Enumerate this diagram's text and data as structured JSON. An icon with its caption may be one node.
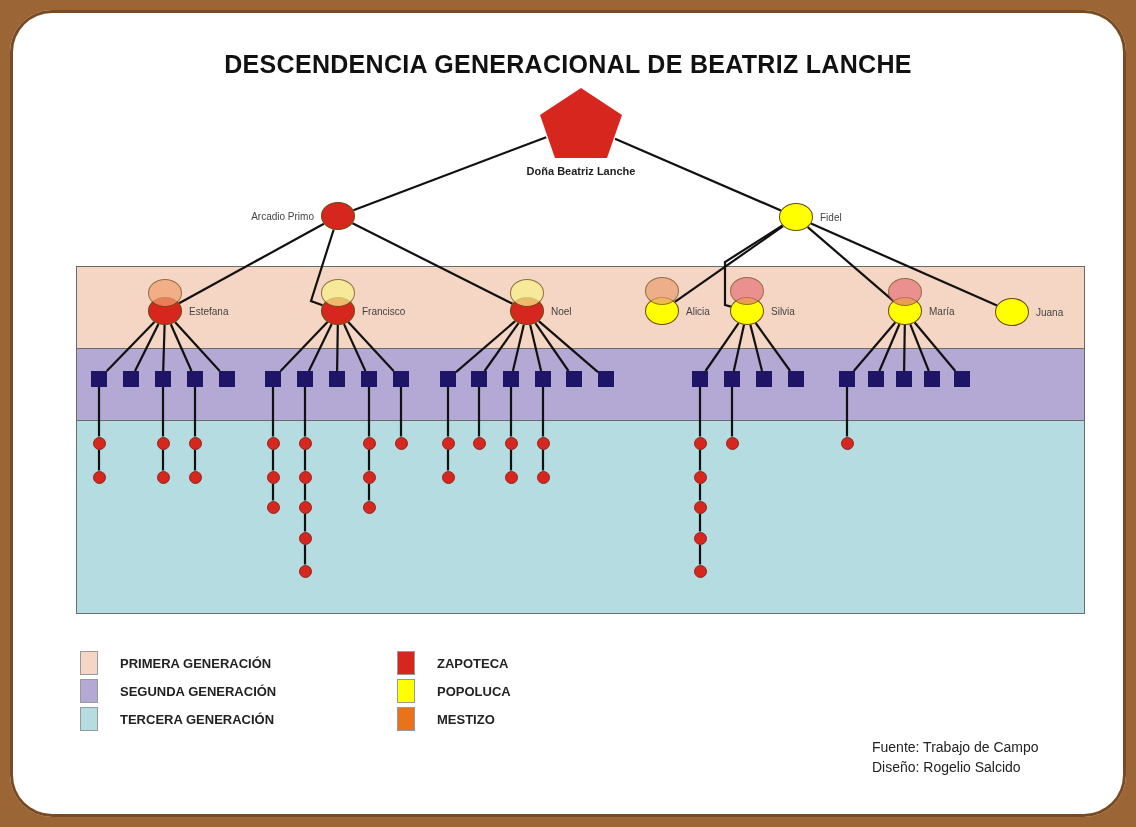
{
  "diagram": {
    "title": "DESCENDENCIA GENERACIONAL DE BEATRIZ LANCHE",
    "nodes": [
      {
        "text": [
          "Doña Beatriz Lanche"
        ]
      },
      {
        "text": [
          "Arcadio Primo"
        ]
      },
      {
        "text": [
          "Fidel"
        ]
      },
      {
        "text": [
          "Estefana"
        ]
      },
      {
        "text": [
          "Francisco"
        ]
      },
      {
        "text": [
          "Noel"
        ]
      },
      {
        "text": [
          "Alicia"
        ]
      },
      {
        "text": [
          "Silvia"
        ]
      },
      {
        "text": [
          "María"
        ]
      },
      {
        "text": [
          "Juana"
        ]
      },
      {
        "text": [],
        "shape": "circle"
      },
      {
        "text": [],
        "shape": "circle"
      },
      {
        "text": [],
        "shape": "circle"
      },
      {
        "text": [],
        "shape": "circle"
      },
      {
        "text": [],
        "shape": "circle"
      },
      {
        "text": [],
        "shape": "circle"
      },
      {
        "text": [],
        "shape": "box"
      },
      {
        "text": [],
        "shape": "box"
      },
      {
        "text": [],
        "shape": "box"
      },
      {
        "text": [],
        "shape": "box"
      },
      {
        "text": [],
        "shape": "box"
      },
      {
        "text": [],
        "shape": "box"
      },
      {
        "text": [],
        "shape": "box"
      },
      {
        "text": [],
        "shape": "box"
      },
      {
        "text": [],
        "shape": "box"
      },
      {
        "text": [],
        "shape": "box"
      },
      {
        "text": [],
        "shape": "box"
      },
      {
        "text": [],
        "shape": "box"
      },
      {
        "text": [],
        "shape": "box"
      },
      {
        "text": [],
        "shape": "box"
      },
      {
        "text": [],
        "shape": "box"
      },
      {
        "text": [],
        "shape": "box"
      },
      {
        "text": [],
        "shape": "box"
      },
      {
        "text": [],
        "shape": "box"
      },
      {
        "text": [],
        "shape": "box"
      },
      {
        "text": [],
        "shape": "box"
      },
      {
        "text": [],
        "shape": "box"
      },
      {
        "text": [],
        "shape": "box"
      },
      {
        "text": [],
        "shape": "box"
      },
      {
        "text": [],
        "shape": "box"
      },
      {
        "text": [],
        "shape": "box"
      },
      {
        "text": [],
        "shape": "circle"
      },
      {
        "text": [],
        "shape": "circle"
      },
      {
        "text": [],
        "shape": "circle"
      },
      {
        "text": [],
        "shape": "circle"
      },
      {
        "text": [],
        "shape": "circle"
      },
      {
        "text": [],
        "shape": "circle"
      },
      {
        "text": [],
        "shape": "circle"
      },
      {
        "text": [],
        "shape": "circle"
      },
      {
        "text": [],
        "shape": "circle"
      },
      {
        "text": [],
        "shape": "circle"
      },
      {
        "text": [],
        "shape": "circle"
      },
      {
        "text": [],
        "shape": "circle"
      },
      {
        "text": [],
        "shape": "circle"
      },
      {
        "text": [],
        "shape": "circle"
      },
      {
        "text": [],
        "shape": "circle"
      },
      {
        "text": [],
        "shape": "circle"
      },
      {
        "text": [],
        "shape": "circle"
      },
      {
        "text": [],
        "shape": "circle"
      },
      {
        "text": [],
        "shape": "circle"
      },
      {
        "text": [],
        "shape": "circle"
      },
      {
        "text": [],
        "shape": "circle"
      },
      {
        "text": [],
        "shape": "circle"
      },
      {
        "text": [],
        "shape": "circle"
      },
      {
        "text": [],
        "shape": "circle"
      },
      {
        "text": [],
        "shape": "circle"
      },
      {
        "text": [],
        "shape": "circle"
      },
      {
        "text": [],
        "shape": "circle"
      },
      {
        "text": [],
        "shape": "circle"
      },
      {
        "text": [],
        "shape": "circle"
      },
      {
        "text": [],
        "shape": "circle"
      },
      {
        "text": [],
        "shape": "circle"
      },
      {
        "text": [],
        "shape": "circle"
      }
    ],
    "edges": [
      {
        "from": 0,
        "to": 1,
        "arrow": "none"
      },
      {
        "from": 0,
        "to": 2,
        "arrow": "none"
      },
      {
        "from": 1,
        "to": 3,
        "arrow": "none"
      },
      {
        "from": 1,
        "to": 4,
        "arrow": "none"
      },
      {
        "from": 1,
        "to": 5,
        "arrow": "none"
      },
      {
        "from": 2,
        "to": 6,
        "arrow": "none"
      },
      {
        "from": 2,
        "to": 7,
        "arrow": "none"
      },
      {
        "from": 2,
        "to": 8,
        "arrow": "none"
      },
      {
        "from": 2,
        "to": 9,
        "arrow": "none"
      },
      {
        "from": 3,
        "to": 16,
        "arrow": "none"
      },
      {
        "from": 3,
        "to": 17,
        "arrow": "none"
      },
      {
        "from": 3,
        "to": 18,
        "arrow": "none"
      },
      {
        "from": 3,
        "to": 19,
        "arrow": "none"
      },
      {
        "from": 3,
        "to": 20,
        "arrow": "none"
      },
      {
        "from": 4,
        "to": 21,
        "arrow": "none"
      },
      {
        "from": 4,
        "to": 22,
        "arrow": "none"
      },
      {
        "from": 4,
        "to": 23,
        "arrow": "none"
      },
      {
        "from": 4,
        "to": 24,
        "arrow": "none"
      },
      {
        "from": 4,
        "to": 25,
        "arrow": "none"
      },
      {
        "from": 5,
        "to": 26,
        "arrow": "none"
      },
      {
        "from": 5,
        "to": 27,
        "arrow": "none"
      },
      {
        "from": 5,
        "to": 28,
        "arrow": "none"
      },
      {
        "from": 5,
        "to": 29,
        "arrow": "none"
      },
      {
        "from": 5,
        "to": 30,
        "arrow": "none"
      },
      {
        "from": 5,
        "to": 31,
        "arrow": "none"
      },
      {
        "from": 7,
        "to": 32,
        "arrow": "none"
      },
      {
        "from": 7,
        "to": 33,
        "arrow": "none"
      },
      {
        "from": 7,
        "to": 34,
        "arrow": "none"
      },
      {
        "from": 7,
        "to": 35,
        "arrow": "none"
      },
      {
        "from": 8,
        "to": 36,
        "arrow": "none"
      },
      {
        "from": 8,
        "to": 37,
        "arrow": "none"
      },
      {
        "from": 8,
        "to": 38,
        "arrow": "none"
      },
      {
        "from": 8,
        "to": 39,
        "arrow": "none"
      },
      {
        "from": 8,
        "to": 40,
        "arrow": "none"
      },
      {
        "from": 16,
        "to": 41,
        "arrow": "none"
      },
      {
        "from": 41,
        "to": 42,
        "arrow": "none"
      },
      {
        "from": 18,
        "to": 43,
        "arrow": "none"
      },
      {
        "from": 43,
        "to": 44,
        "arrow": "none"
      },
      {
        "from": 19,
        "to": 45,
        "arrow": "none"
      },
      {
        "from": 45,
        "to": 46,
        "arrow": "none"
      },
      {
        "from": 21,
        "to": 47,
        "arrow": "none"
      },
      {
        "from": 47,
        "to": 48,
        "arrow": "none"
      },
      {
        "from": 48,
        "to": 49,
        "arrow": "none"
      },
      {
        "from": 22,
        "to": 50,
        "arrow": "none"
      },
      {
        "from": 50,
        "to": 51,
        "arrow": "none"
      },
      {
        "from": 51,
        "to": 52,
        "arrow": "none"
      },
      {
        "from": 52,
        "to": 53,
        "arrow": "none"
      },
      {
        "from": 53,
        "to": 54,
        "arrow": "none"
      },
      {
        "from": 24,
        "to": 55,
        "arrow": "none"
      },
      {
        "from": 55,
        "to": 56,
        "arrow": "none"
      },
      {
        "from": 56,
        "to": 57,
        "arrow": "none"
      },
      {
        "from": 25,
        "to": 58,
        "arrow": "none"
      },
      {
        "from": 26,
        "to": 59,
        "arrow": "none"
      },
      {
        "from": 59,
        "to": 60,
        "arrow": "none"
      },
      {
        "from": 27,
        "to": 61,
        "arrow": "none"
      },
      {
        "from": 28,
        "to": 62,
        "arrow": "none"
      },
      {
        "from": 62,
        "to": 63,
        "arrow": "none"
      },
      {
        "from": 29,
        "to": 64,
        "arrow": "none"
      },
      {
        "from": 64,
        "to": 65,
        "arrow": "none"
      },
      {
        "from": 32,
        "to": 66,
        "arrow": "none"
      },
      {
        "from": 66,
        "to": 67,
        "arrow": "none"
      },
      {
        "from": 67,
        "to": 68,
        "arrow": "none"
      },
      {
        "from": 68,
        "to": 69,
        "arrow": "none"
      },
      {
        "from": 69,
        "to": 70,
        "arrow": "none"
      },
      {
        "from": 33,
        "to": 71,
        "arrow": "none"
      },
      {
        "from": 36,
        "to": 72,
        "arrow": "none"
      }
    ],
    "labels": [
      "Fuente: Trabajo de Campo",
      "Diseño: Rogelio Salcido"
    ],
    "legend": [
      {
        "text": "PRIMERA GENERACIÓN",
        "color": "#f5d5c3"
      },
      {
        "text": "SEGUNDA GENERACIÓN",
        "color": "#b3a9d4"
      },
      {
        "text": "TERCERA GENERACIÓN",
        "color": "#b5dce0"
      },
      {
        "text": "ZAPOTECA",
        "color": "#d7261e"
      },
      {
        "text": "POPOLUCA",
        "color": "#ffff00"
      },
      {
        "text": "MESTIZO",
        "color": "#e8731a"
      }
    ]
  }
}
